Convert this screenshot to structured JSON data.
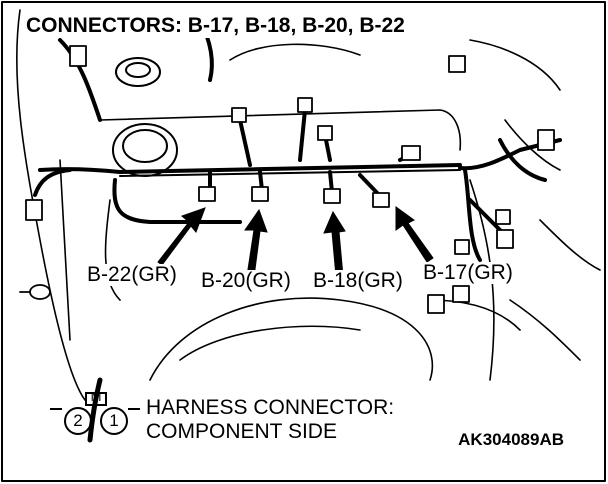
{
  "diagram": {
    "title": "CONNECTORS: B-17, B-18, B-20, B-22",
    "connectors": [
      {
        "label": "B-22(GR)"
      },
      {
        "label": "B-20(GR)"
      },
      {
        "label": "B-18(GR)"
      },
      {
        "label": "B-17(GR)"
      }
    ],
    "legend": {
      "symbol_top": "M",
      "symbol_left": "2",
      "symbol_right": "1",
      "line1": "HARNESS CONNECTOR:",
      "line2": "COMPONENT SIDE"
    },
    "figure_code": "AK304089AB"
  }
}
